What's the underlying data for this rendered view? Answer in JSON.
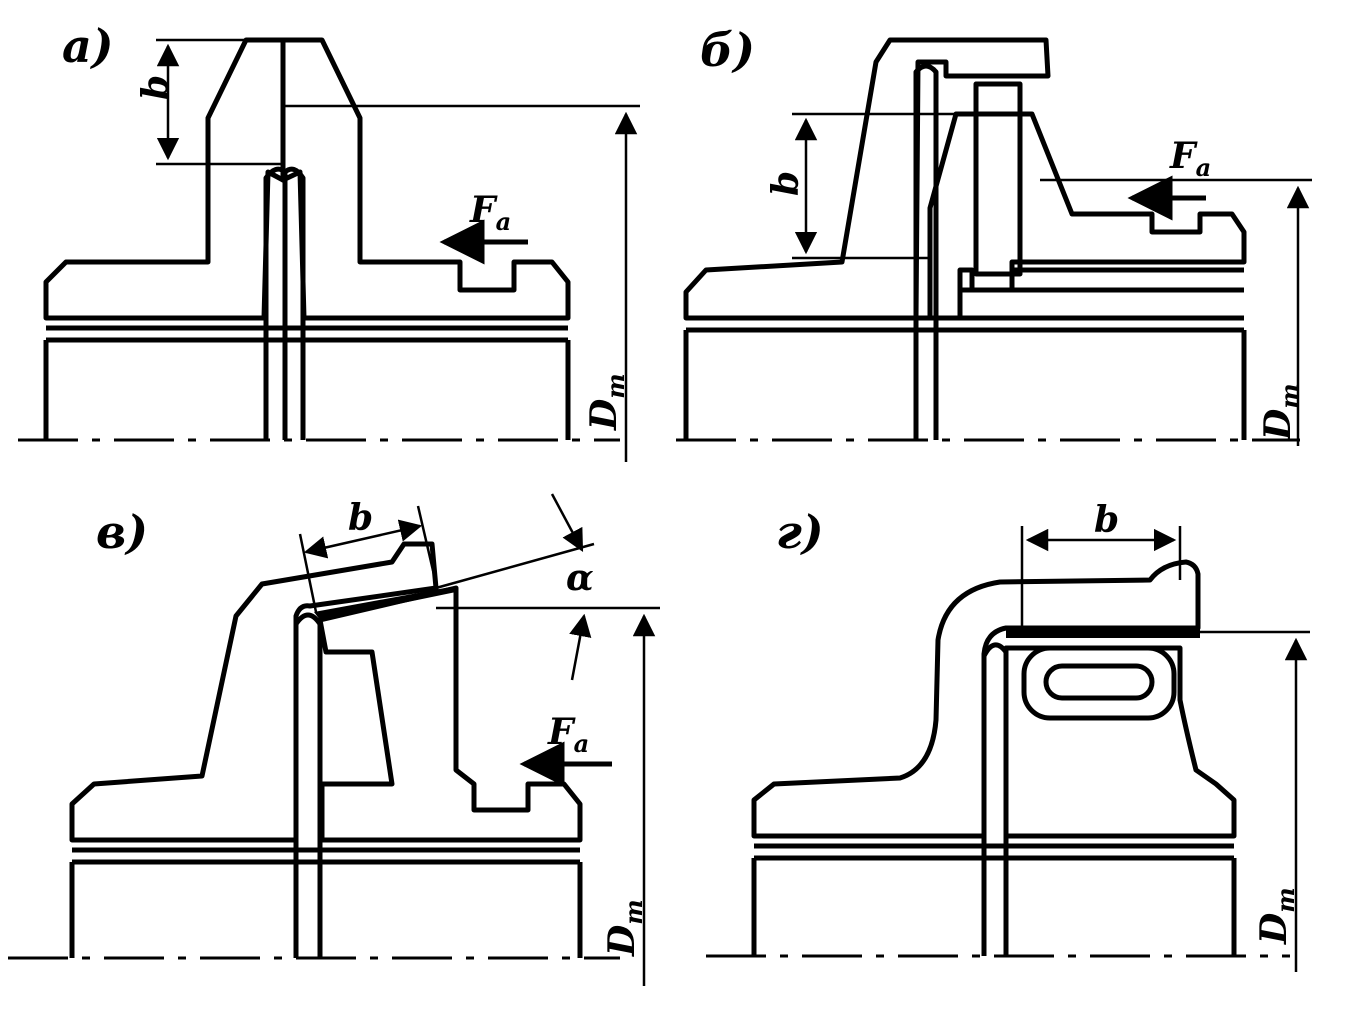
{
  "panels": {
    "a": {
      "label": "а)",
      "dim_b": "b",
      "force": "F",
      "force_sub": "a",
      "diameter": "D",
      "diameter_sub": "m"
    },
    "b": {
      "label": "б)",
      "dim_b": "b",
      "force": "F",
      "force_sub": "a",
      "diameter": "D",
      "diameter_sub": "m"
    },
    "v": {
      "label": "в)",
      "dim_b": "b",
      "force": "F",
      "force_sub": "a",
      "diameter": "D",
      "diameter_sub": "m",
      "angle": "α"
    },
    "g": {
      "label": "г)",
      "dim_b": "b",
      "diameter": "D",
      "diameter_sub": "m"
    }
  },
  "colors": {
    "ink": "#000000",
    "paper": "#ffffff"
  }
}
